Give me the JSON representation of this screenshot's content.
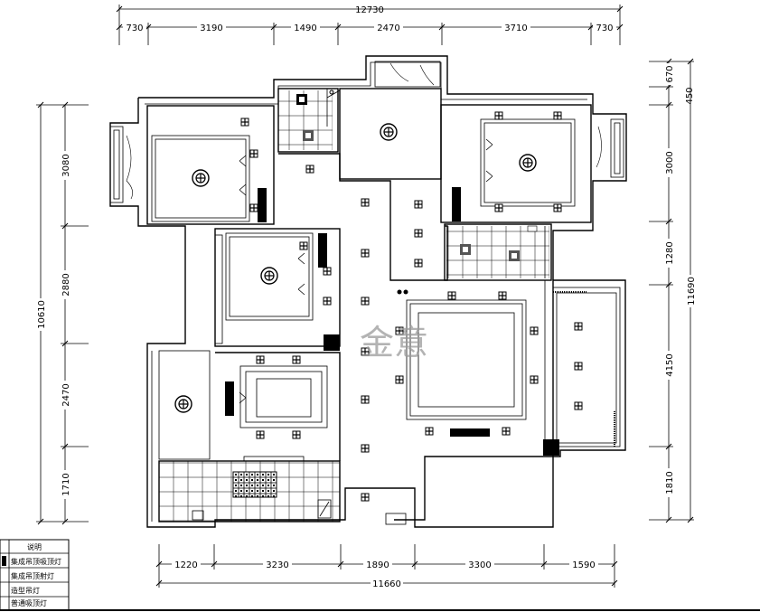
{
  "dimensions": {
    "top_total": "12730",
    "top_segments": [
      "730",
      "3190",
      "1490",
      "2470",
      "3710",
      "730"
    ],
    "bottom_segments": [
      "1220",
      "3230",
      "1890",
      "3300",
      "1590"
    ],
    "bottom_total": "11660",
    "left_segments": [
      "3080",
      "2880",
      "2470",
      "1710"
    ],
    "left_total": "10610",
    "right_segments": [
      "670",
      "450",
      "3000",
      "1280",
      "4150",
      "1810"
    ],
    "right_total": "11690"
  },
  "watermark": "金意",
  "legend": {
    "header": "说明",
    "items": [
      {
        "icon": "strip-light-icon",
        "label": "集成吊顶吸顶灯"
      },
      {
        "icon": "spot-light-icon",
        "label": "集成吊顶射灯"
      },
      {
        "icon": "pendant-light-icon",
        "label": "造型吊灯"
      },
      {
        "icon": "ceiling-light-icon",
        "label": "普通吸顶灯"
      }
    ]
  }
}
